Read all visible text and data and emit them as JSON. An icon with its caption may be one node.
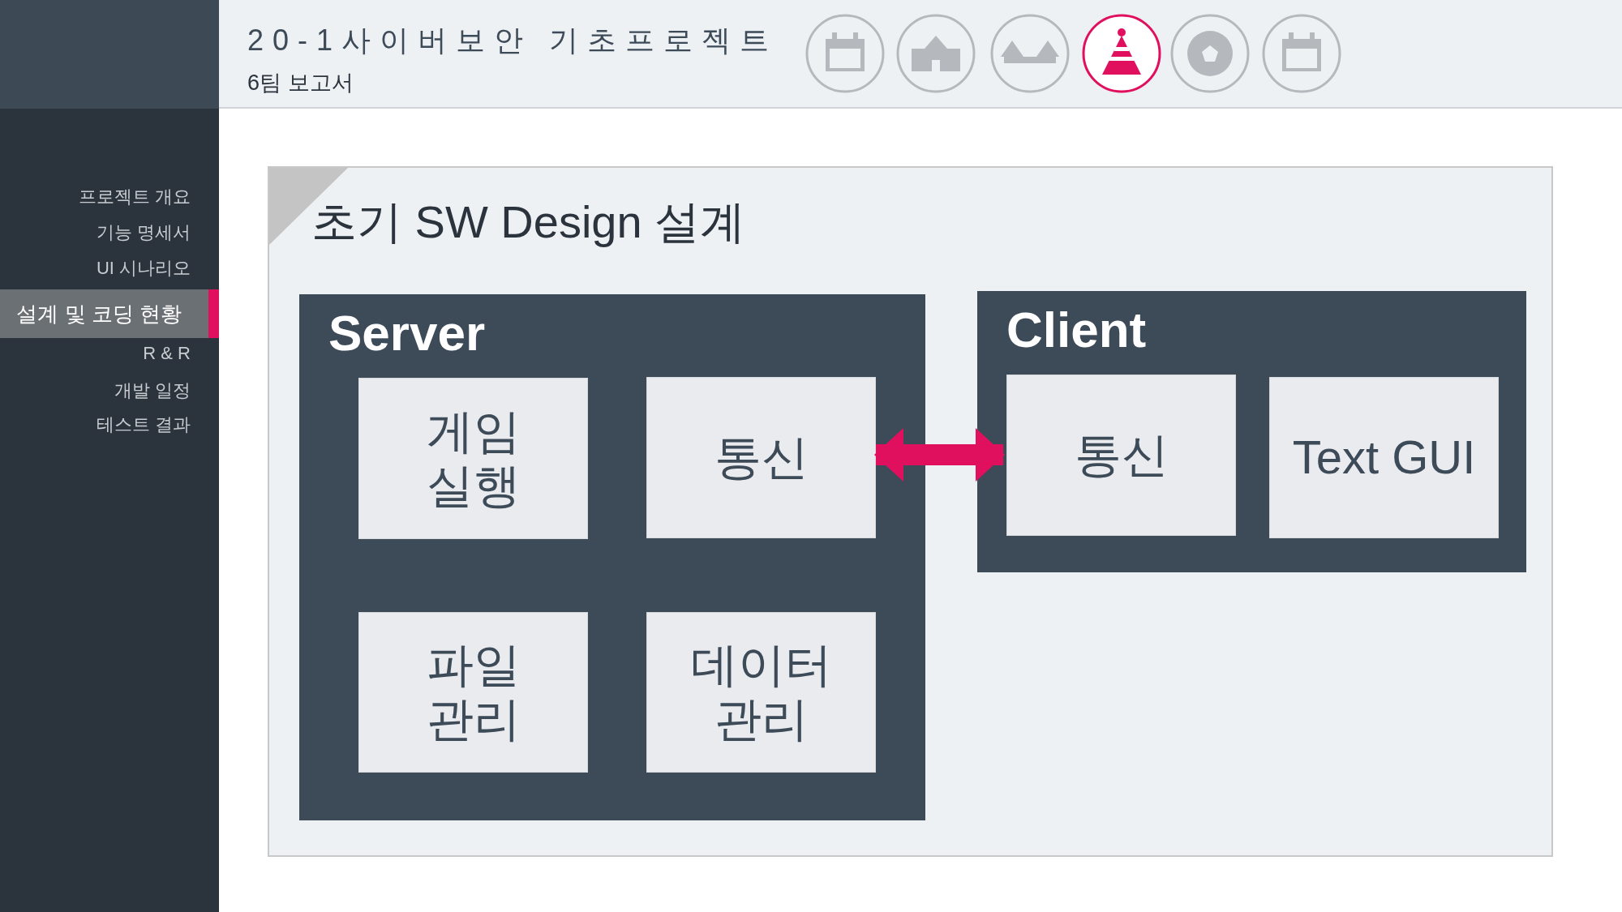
{
  "diagram": {
    "title": "20-1사이버보안 기초프로젝트",
    "nodes": [
      {
        "text": [
          "초기 SW Design 설계"
        ]
      },
      {
        "text": [
          "Server"
        ],
        "in": 0
      },
      {
        "text": [
          "게임 실행"
        ],
        "in": 1
      },
      {
        "text": [
          "통신"
        ],
        "in": 1
      },
      {
        "text": [
          "파일 관리"
        ],
        "in": 1
      },
      {
        "text": [
          "데이터 관리"
        ],
        "in": 1
      },
      {
        "text": [
          "Client"
        ],
        "in": 0
      },
      {
        "text": [
          "통신"
        ],
        "in": 6
      },
      {
        "text": [
          "Text GUI"
        ],
        "in": 6
      }
    ],
    "edges": [
      {
        "from": 3,
        "to": 7,
        "arrow": "both"
      }
    ],
    "labels": [
      "6팀 보고서",
      "프로젝트 개요",
      "기능 명세서",
      "UI 시나리오",
      "설계 및 코딩 현황",
      "R & R",
      "개발 일정",
      "테스트 결과"
    ]
  }
}
